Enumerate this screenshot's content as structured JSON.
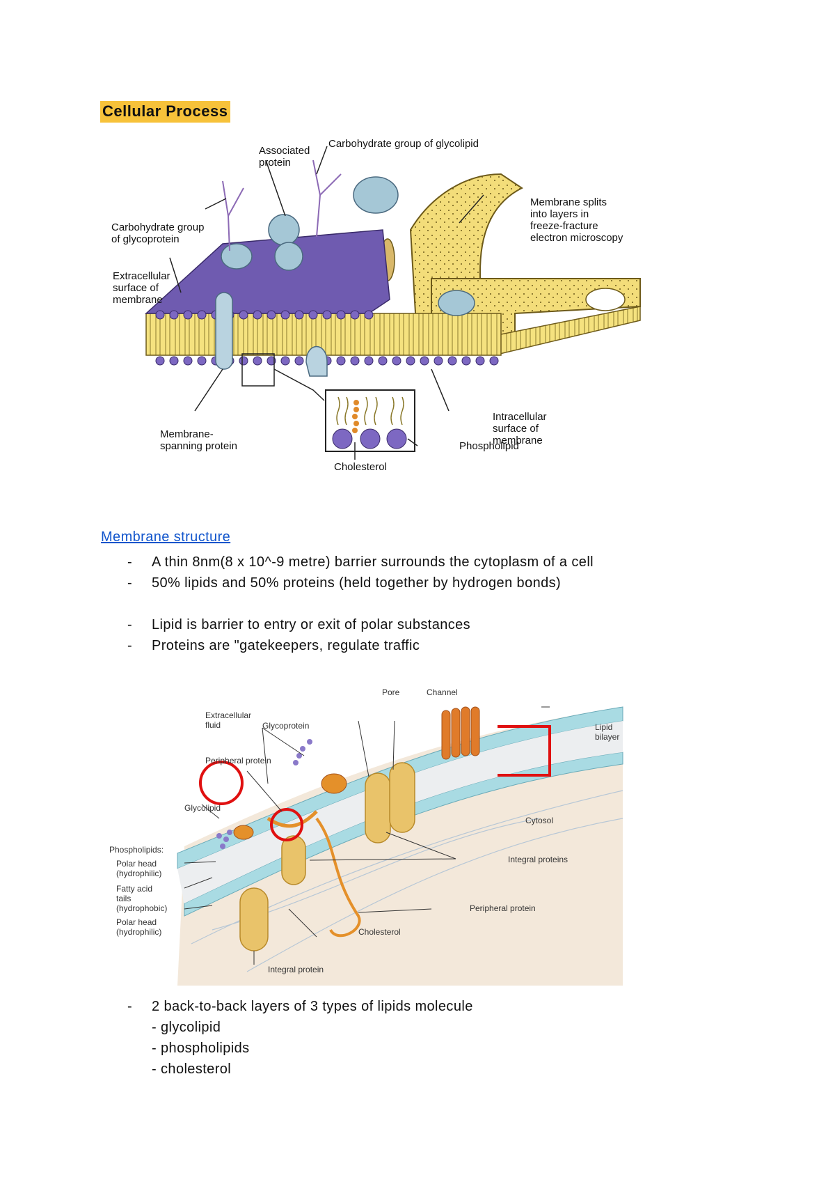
{
  "title": "Cellular Process",
  "figure1": {
    "labels": {
      "associated_protein": [
        "Associated",
        "protein"
      ],
      "carb_glycolipid": "Carbohydrate group of glycolipid",
      "carb_glycoprotein": [
        "Carbohydrate group",
        "of glycoprotein"
      ],
      "membrane_splits": [
        "Membrane splits",
        "into layers in",
        "freeze-fracture",
        "electron microscopy"
      ],
      "extracellular_surface": [
        "Extracellular",
        "surface of",
        "membrane"
      ],
      "intracellular_surface": [
        "Intracellular",
        "surface of",
        "membrane"
      ],
      "membrane_spanning": [
        "Membrane-",
        "spanning protein"
      ],
      "phospholipid": "Phospholipid",
      "cholesterol": "Cholesterol"
    }
  },
  "section": {
    "link": "Membrane structure",
    "bullets": [
      "A thin 8nm(8 x 10^-9 metre) barrier surrounds the cytoplasm of a cell",
      "50% lipids and 50% proteins (held together by hydrogen bonds)",
      "Lipid is barrier to entry or exit of polar substances",
      "Proteins are \"gatekeepers, regulate traffic"
    ],
    "dash": "-"
  },
  "figure2": {
    "labels": {
      "extracellular_fluid": [
        "Extracellular",
        "fluid"
      ],
      "pore": "Pore",
      "channel": "Channel",
      "lipid_bilayer": [
        "Lipid",
        "bilayer"
      ],
      "glycoprotein": "Glycoprotein",
      "peripheral_protein_top": "Peripheral protein",
      "glycolipid": "Glycolipid",
      "cytosol": "Cytosol",
      "phospholipids": "Phospholipids:",
      "polar_head_1": [
        "Polar head",
        "(hydrophilic)"
      ],
      "fatty_acid_tails": [
        "Fatty acid",
        "tails",
        "(hydrophobic)"
      ],
      "polar_head_2": [
        "Polar head",
        "(hydrophilic)"
      ],
      "integral_proteins": "Integral proteins",
      "peripheral_protein_bottom": "Peripheral protein",
      "cholesterol": "Cholesterol",
      "integral_protein": "Integral protein"
    },
    "colors": {
      "annotation": "#e01010",
      "membrane": "#a9dbe3",
      "protein": "#e9b84a"
    }
  },
  "section2": {
    "bullet": "2 back-to-back layers of 3 types of lipids molecule",
    "subitems": [
      "- glycolipid",
      "- phospholipids",
      "- cholesterol"
    ]
  }
}
